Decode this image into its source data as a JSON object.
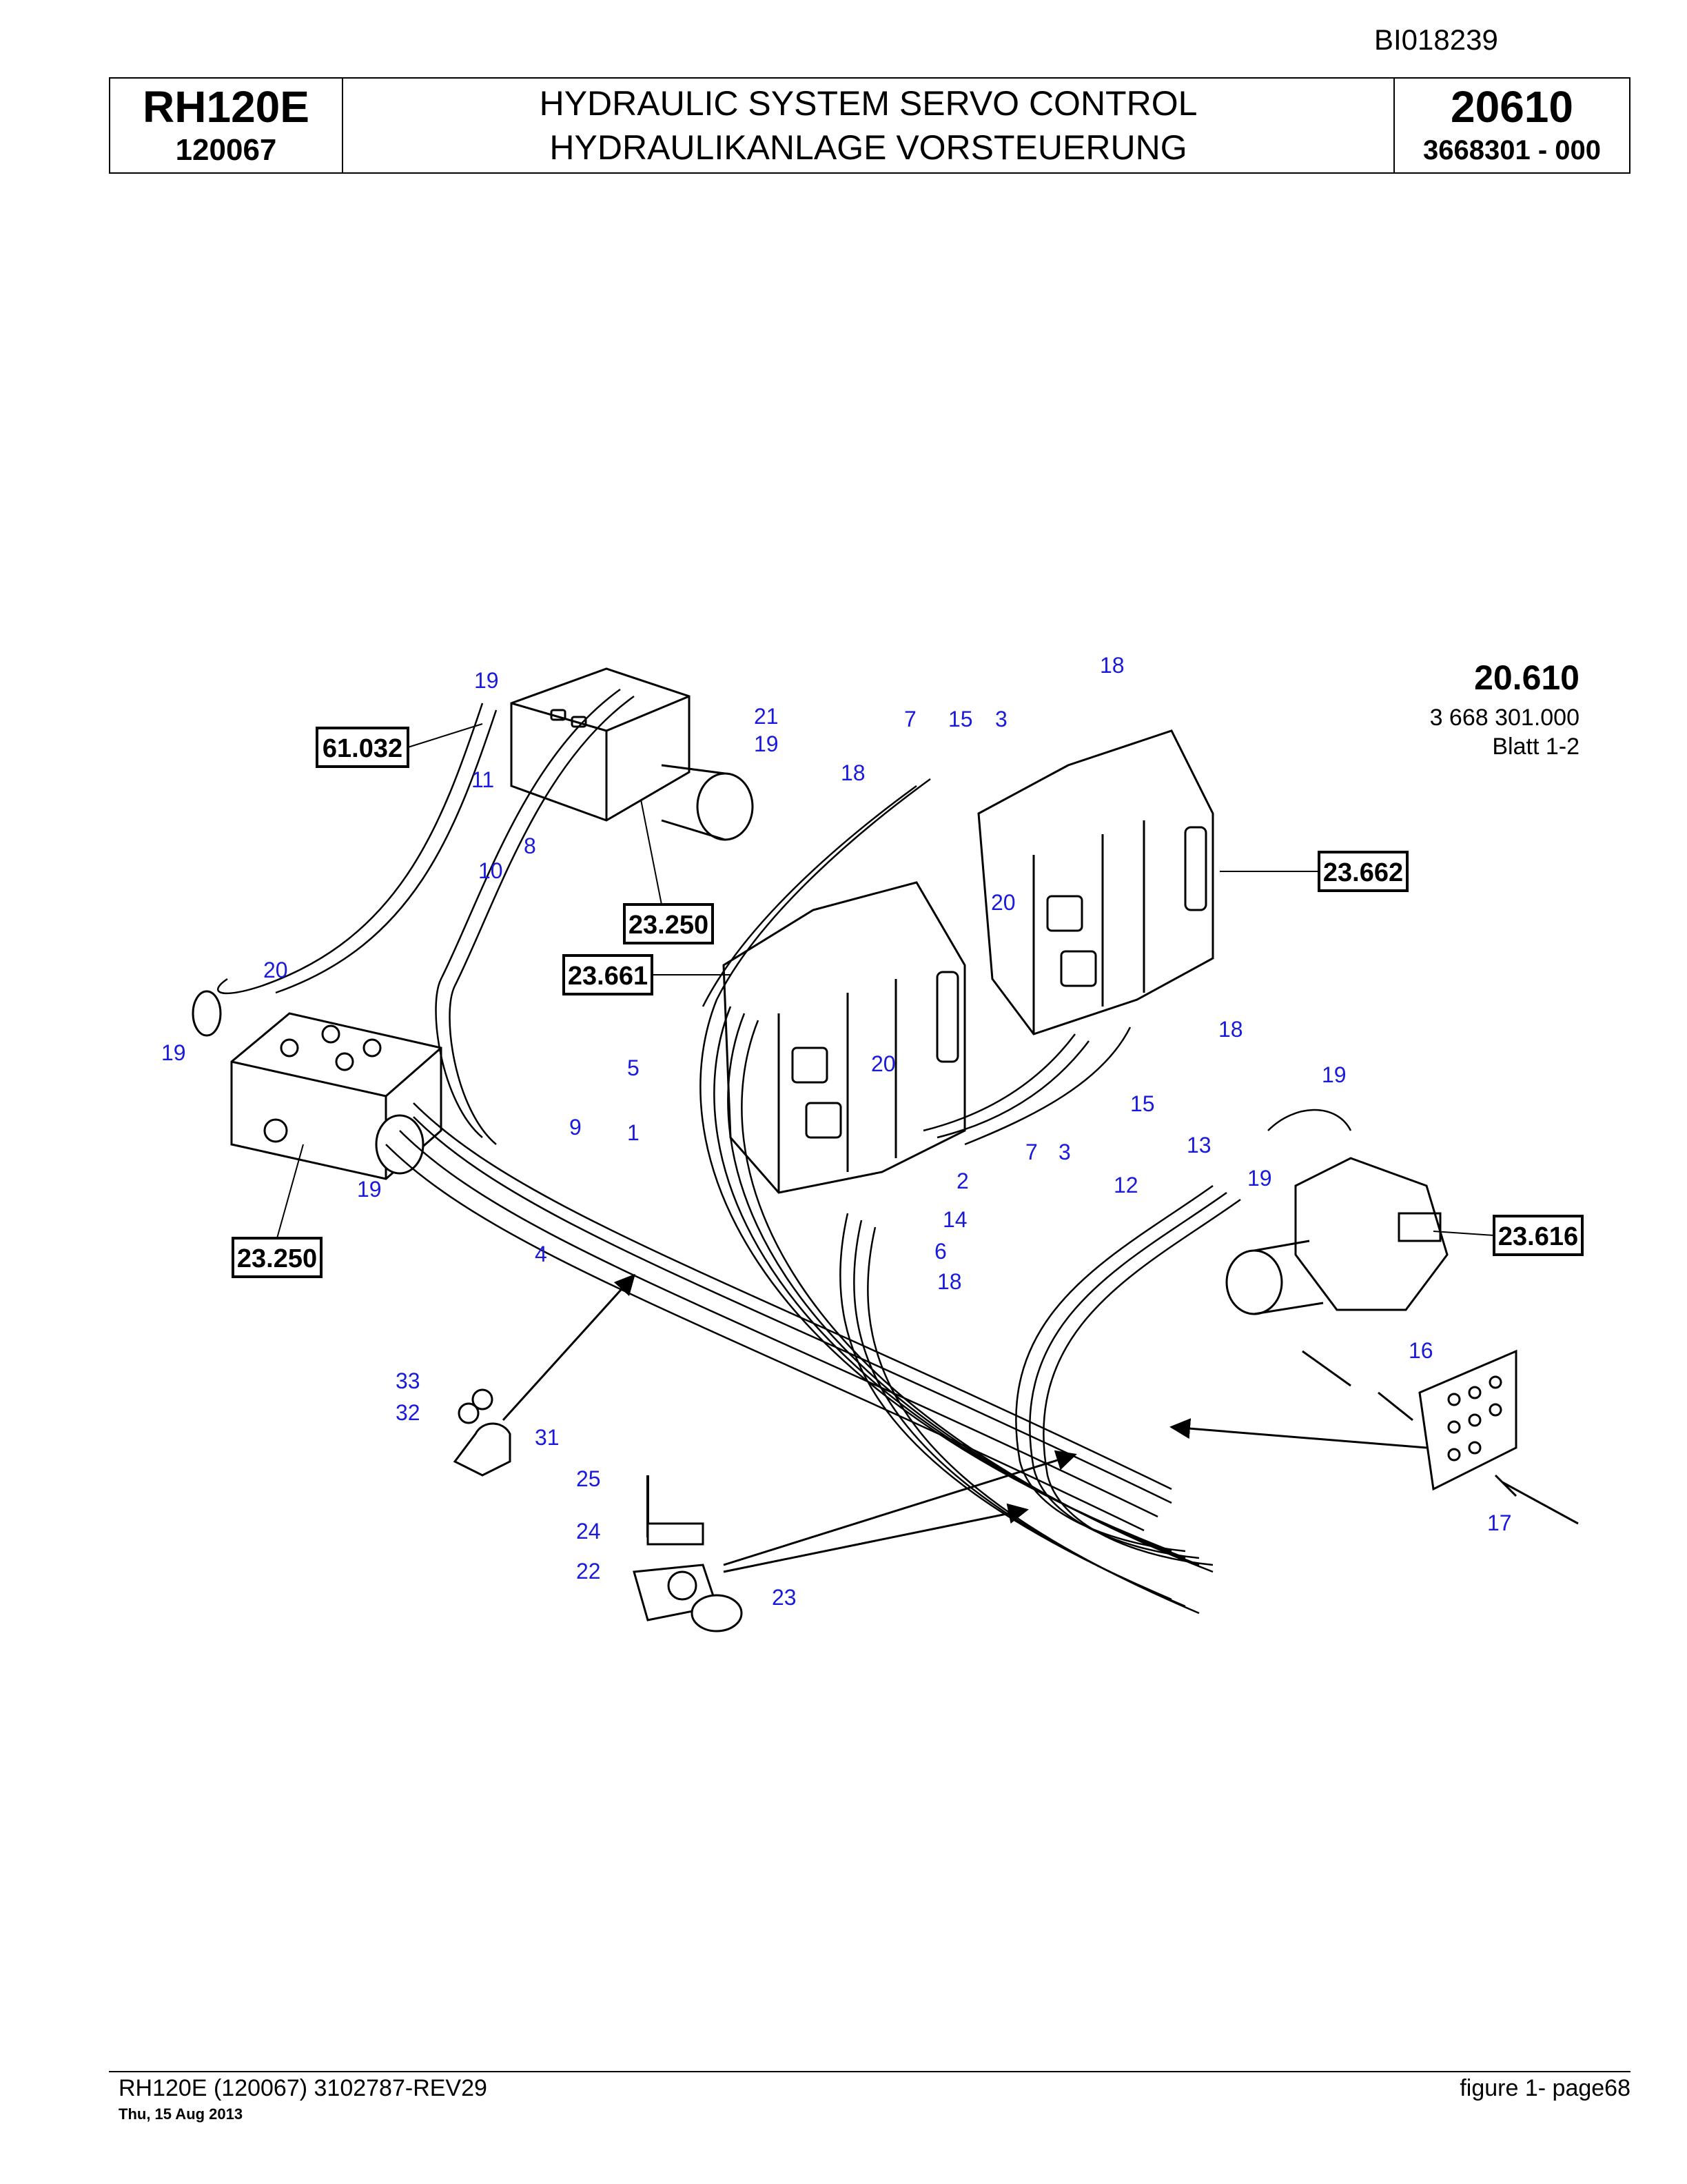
{
  "doc_id": "BI018239",
  "header": {
    "model": "RH120E",
    "serial": "120067",
    "title_en": "HYDRAULIC SYSTEM SERVO CONTROL",
    "title_de": "HYDRAULIKANLAGE VORSTEUERUNG",
    "group": "20610",
    "part_number": "3668301  - 000"
  },
  "drawing_ref": {
    "group": "20.610",
    "number": "3 668 301.000",
    "sheet": "Blatt 1-2"
  },
  "references": [
    "61.032",
    "23.250",
    "23.661",
    "23.662",
    "23.616",
    "23.250"
  ],
  "callouts": [
    "19",
    "21",
    "19",
    "11",
    "8",
    "10",
    "20",
    "19",
    "19",
    "9",
    "4",
    "33",
    "32",
    "31",
    "25",
    "24",
    "22",
    "23",
    "5",
    "1",
    "7",
    "15",
    "3",
    "18",
    "18",
    "20",
    "18",
    "20",
    "2",
    "14",
    "6",
    "18",
    "7",
    "3",
    "15",
    "13",
    "12",
    "19",
    "19",
    "16",
    "17"
  ],
  "footer": {
    "source": "RH120E (120067) 3102787-REV29",
    "date": "Thu, 15 Aug 2013",
    "page": "figure  1- page68"
  },
  "colors": {
    "callout": "#1a1adc",
    "line": "#000000"
  }
}
